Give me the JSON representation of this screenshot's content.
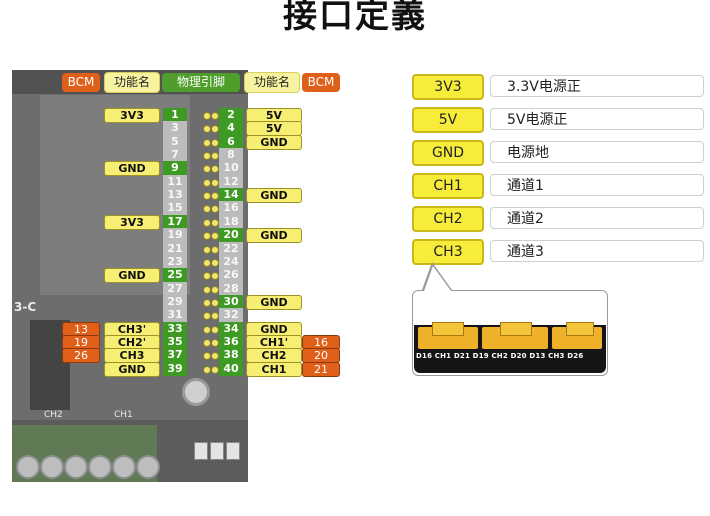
{
  "title": "接口定義",
  "header": {
    "bcm": "BCM",
    "func": "功能名",
    "phys": "物理引脚"
  },
  "board": {
    "text1": "CH2",
    "text2": "CH1",
    "text3": "3-C"
  },
  "pins": [
    {
      "odd": 1,
      "even": 2,
      "ol": "3V3",
      "el": "5V",
      "on1": true,
      "on2": true
    },
    {
      "odd": 3,
      "even": 4,
      "ol": "",
      "el": "5V",
      "on1": false,
      "on2": true
    },
    {
      "odd": 5,
      "even": 6,
      "ol": "",
      "el": "GND",
      "on1": false,
      "on2": true
    },
    {
      "odd": 7,
      "even": 8,
      "ol": "",
      "el": "",
      "on1": false,
      "on2": false
    },
    {
      "odd": 9,
      "even": 10,
      "ol": "GND",
      "el": "",
      "on1": true,
      "on2": false
    },
    {
      "odd": 11,
      "even": 12,
      "ol": "",
      "el": "",
      "on1": false,
      "on2": false
    },
    {
      "odd": 13,
      "even": 14,
      "ol": "",
      "el": "GND",
      "on1": false,
      "on2": true
    },
    {
      "odd": 15,
      "even": 16,
      "ol": "",
      "el": "",
      "on1": false,
      "on2": false
    },
    {
      "odd": 17,
      "even": 18,
      "ol": "3V3",
      "el": "",
      "on1": true,
      "on2": false
    },
    {
      "odd": 19,
      "even": 20,
      "ol": "",
      "el": "GND",
      "on1": false,
      "on2": true
    },
    {
      "odd": 21,
      "even": 22,
      "ol": "",
      "el": "",
      "on1": false,
      "on2": false
    },
    {
      "odd": 23,
      "even": 24,
      "ol": "",
      "el": "",
      "on1": false,
      "on2": false
    },
    {
      "odd": 25,
      "even": 26,
      "ol": "GND",
      "el": "",
      "on1": true,
      "on2": false
    },
    {
      "odd": 27,
      "even": 28,
      "ol": "",
      "el": "",
      "on1": false,
      "on2": false
    },
    {
      "odd": 29,
      "even": 30,
      "ol": "",
      "el": "GND",
      "on1": false,
      "on2": true
    },
    {
      "odd": 31,
      "even": 32,
      "ol": "",
      "el": "",
      "on1": false,
      "on2": false
    },
    {
      "odd": 33,
      "even": 34,
      "ol": "CH3'",
      "el": "GND",
      "on1": true,
      "on2": true,
      "bo": "13"
    },
    {
      "odd": 35,
      "even": 36,
      "ol": "CH2'",
      "el": "CH1'",
      "on1": true,
      "on2": true,
      "bo": "19",
      "be": "16"
    },
    {
      "odd": 37,
      "even": 38,
      "ol": "CH3",
      "el": "CH2",
      "on1": true,
      "on2": true,
      "bo": "26",
      "be": "20"
    },
    {
      "odd": 39,
      "even": 40,
      "ol": "GND",
      "el": "CH1",
      "on1": true,
      "on2": true,
      "be": "21"
    }
  ],
  "legend": [
    {
      "key": "3V3",
      "val": "3.3V电源正"
    },
    {
      "key": "5V",
      "val": "5V电源正"
    },
    {
      "key": "GND",
      "val": "电源地"
    },
    {
      "key": "CH1",
      "val": "通道1"
    },
    {
      "key": "CH2",
      "val": "通道2"
    },
    {
      "key": "CH3",
      "val": "通道3"
    }
  ],
  "jumper_text": "D16 CH1 D21 D19 CH2 D20 D13 CH3 D26"
}
